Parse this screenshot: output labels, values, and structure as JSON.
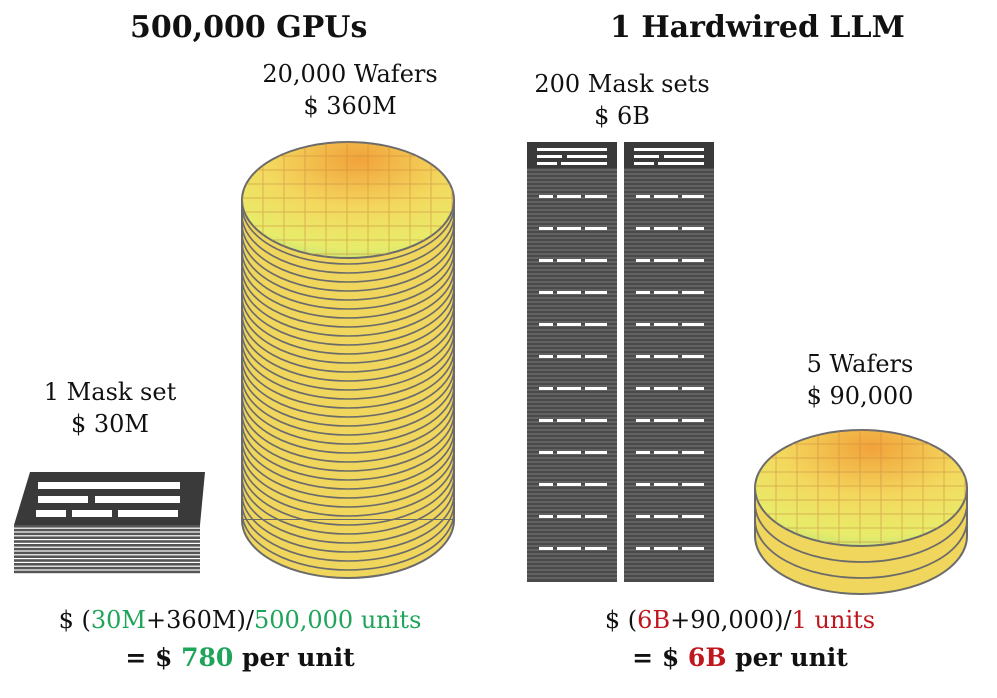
{
  "left": {
    "title": "500,000 GPUs",
    "wafers": {
      "line1": "20,000 Wafers",
      "line2": "$ 360M"
    },
    "mask": {
      "line1": "1 Mask set",
      "line2": "$ 30M"
    },
    "formula": {
      "prefix": "$ (",
      "mask_cost": "30M",
      "plus": "+360M)/",
      "units": "500,000 units"
    },
    "result": {
      "prefix": "= $ ",
      "value": "780",
      "suffix": " per unit"
    }
  },
  "right": {
    "title": "1 Hardwired LLM",
    "masks": {
      "line1": "200 Mask sets",
      "line2": "$ 6B"
    },
    "wafers": {
      "line1": "5 Wafers",
      "line2": "$ 90,000"
    },
    "formula": {
      "prefix": "$ (",
      "mask_cost": "6B",
      "plus": "+90,000)/",
      "units": "1 units"
    },
    "result": {
      "prefix": "= $ ",
      "value": "6B",
      "suffix": " per unit"
    }
  },
  "colors": {
    "green": "#1fa55a",
    "red": "#c0161d",
    "mask": "#3a3a3a",
    "wafer_edge": "#6b6b6b"
  }
}
